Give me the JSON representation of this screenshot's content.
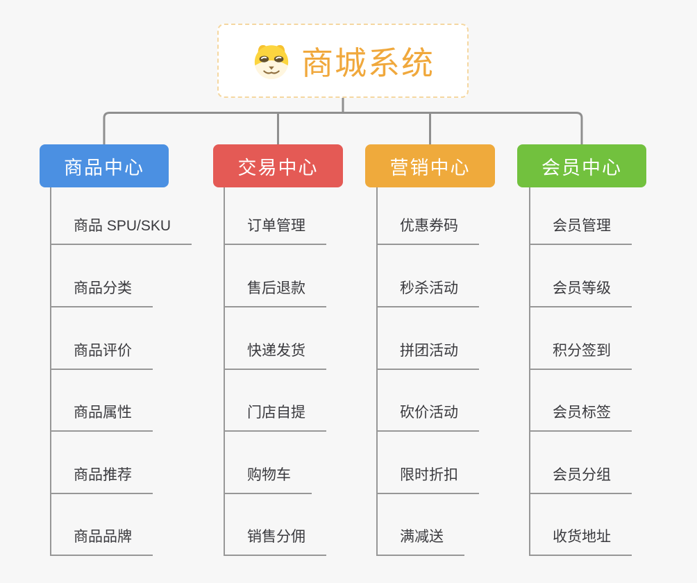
{
  "root": {
    "title": "商城系统",
    "icon": "doge-face-icon",
    "title_color": "#f0a83c",
    "border_color": "#f5d7a0"
  },
  "branches": [
    {
      "label": "商品中心",
      "color": "#4b90e2",
      "children": [
        "商品 SPU/SKU",
        "商品分类",
        "商品评价",
        "商品属性",
        "商品推荐",
        "商品品牌"
      ]
    },
    {
      "label": "交易中心",
      "color": "#e45a55",
      "children": [
        "订单管理",
        "售后退款",
        "快递发货",
        "门店自提",
        "购物车",
        "销售分佣"
      ]
    },
    {
      "label": "营销中心",
      "color": "#efaa3c",
      "children": [
        "优惠券码",
        "秒杀活动",
        "拼团活动",
        "砍价活动",
        "限时折扣",
        "满减送"
      ]
    },
    {
      "label": "会员中心",
      "color": "#72c13e",
      "children": [
        "会员管理",
        "会员等级",
        "积分签到",
        "会员标签",
        "会员分组",
        "收货地址"
      ]
    }
  ],
  "colors": {
    "background": "#f7f7f7",
    "connector_gray": "#8f8f8f",
    "leaf_text": "#3a3a3e"
  }
}
